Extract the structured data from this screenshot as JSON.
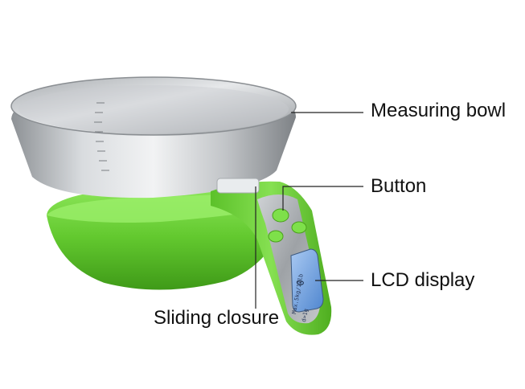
{
  "labels": {
    "measuring_bowl": "Measuring bowl",
    "button": "Button",
    "lcd_display": "LCD display",
    "sliding_closure": "Sliding closure"
  },
  "device": {
    "handle_text_max": "Max.5kg/11lb",
    "handle_text_div": "d=1g"
  },
  "colors": {
    "bowl_steel": "#b9bcbf",
    "base_green": "#6cd23c",
    "lcd_blue": "#6fa3e0",
    "leader_line": "#222222"
  }
}
